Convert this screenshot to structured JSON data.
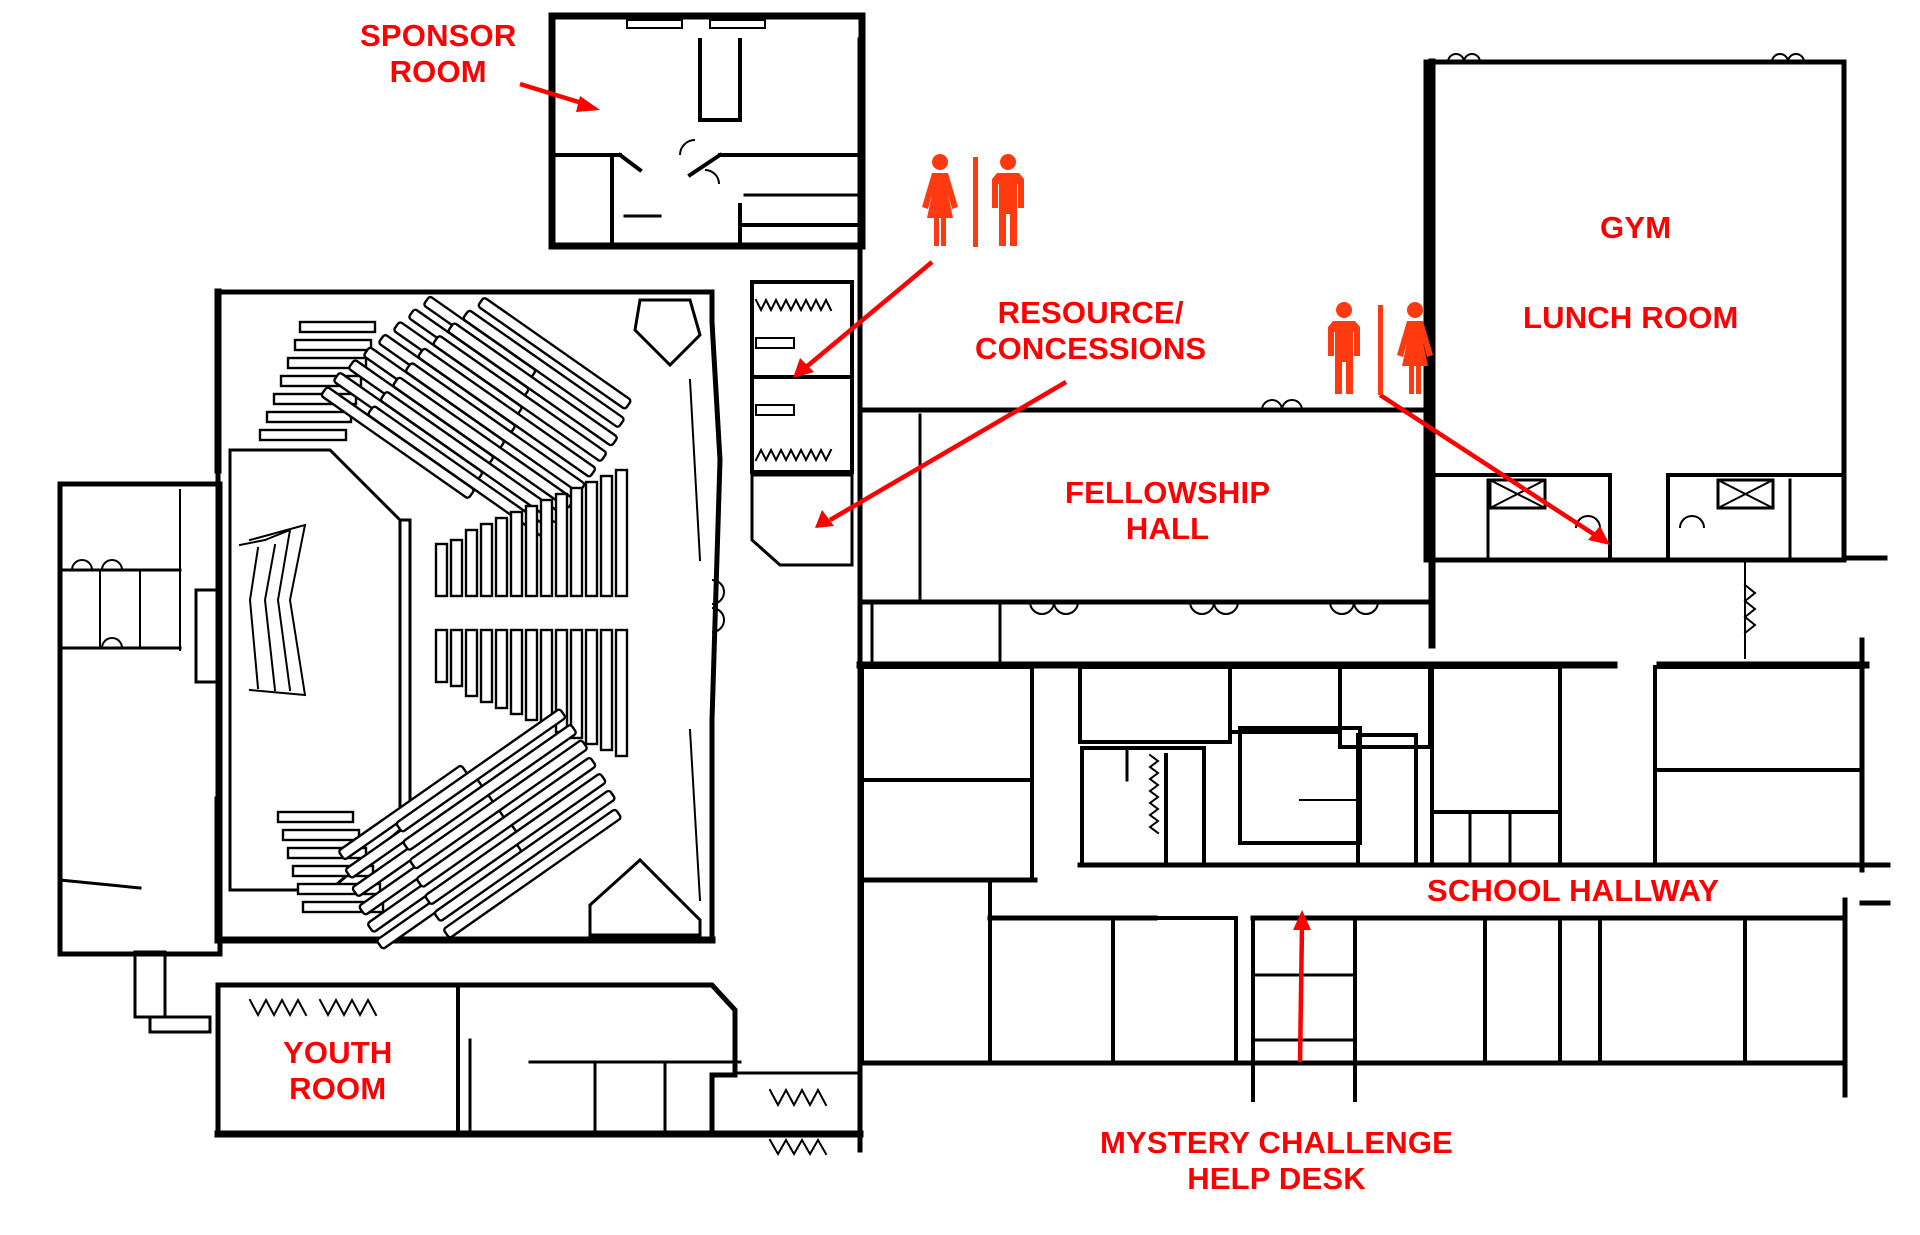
{
  "map": {
    "type": "building floor plan",
    "label_color": "#ff0000",
    "icon_color": "#ff3a10",
    "wall_color": "#000000",
    "labels": [
      {
        "id": "sponsor-room",
        "lines": [
          "SPONSOR",
          "ROOM"
        ]
      },
      {
        "id": "resource-concessions",
        "lines": [
          "RESOURCE/",
          "CONCESSIONS"
        ]
      },
      {
        "id": "fellowship-hall",
        "lines": [
          "FELLOWSHIP",
          "HALL"
        ]
      },
      {
        "id": "gym",
        "lines": [
          "GYM"
        ]
      },
      {
        "id": "lunch-room",
        "lines": [
          "LUNCH ROOM"
        ]
      },
      {
        "id": "school-hallway",
        "lines": [
          "SCHOOL HALLWAY"
        ]
      },
      {
        "id": "youth-room",
        "lines": [
          "YOUTH",
          "ROOM"
        ]
      },
      {
        "id": "mystery-challenge-help-desk",
        "lines": [
          "MYSTERY CHALLENGE",
          "HELP DESK"
        ]
      }
    ],
    "restroom_icons": [
      {
        "id": "restrooms-church",
        "order": [
          "women",
          "men"
        ]
      },
      {
        "id": "restrooms-gym",
        "order": [
          "men",
          "women"
        ]
      }
    ]
  }
}
